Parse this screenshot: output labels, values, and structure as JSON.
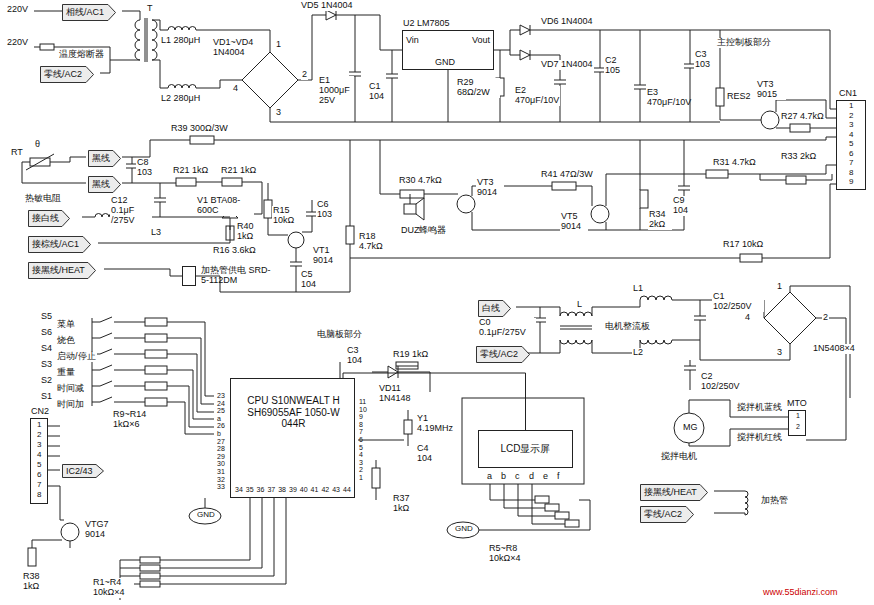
{
  "diagram": {
    "nodes": [
      {
        "text": [
          "相线/AC1"
        ]
      },
      {
        "text": [
          "零线/AC2"
        ]
      },
      {
        "text": [
          "黑线"
        ]
      },
      {
        "text": [
          "黑线"
        ]
      },
      {
        "text": [
          "接白线"
        ]
      },
      {
        "text": [
          "接棕线/AC1"
        ]
      },
      {
        "text": [
          "接黑线/HEAT"
        ]
      },
      {
        "text": [
          "U2 LM7805",
          "Vin",
          "Vout",
          "GND"
        ]
      },
      {
        "text": [
          "CN1"
        ]
      },
      {
        "text": [
          "加热管供电 SRD-5-112DM"
        ]
      },
      {
        "text": [
          "CN2"
        ]
      },
      {
        "text": [
          "IC2/43"
        ]
      },
      {
        "text": [
          "CPU S10NWEALT H SH69055AF 1050-W 044R"
        ]
      },
      {
        "text": [
          "LCD显示屏"
        ]
      },
      {
        "text": [
          "白线"
        ]
      },
      {
        "text": [
          "零线/AC2"
        ]
      },
      {
        "text": [
          "MTO"
        ]
      },
      {
        "text": [
          "接黑线/HEAT"
        ]
      },
      {
        "text": [
          "零线/AC2"
        ]
      }
    ],
    "edges": [
      {
        "from": 12,
        "to": 13,
        "arrow": "none"
      }
    ],
    "labels": [
      "220V",
      "220V",
      "温度熔断器",
      "T",
      "L1 280μH",
      "L2 280μH",
      "VD1~VD4 1N4004",
      "1",
      "2",
      "3",
      "4",
      "VD5 1N4004",
      "E1 1000μF 25V",
      "C1 104",
      "R29 68Ω/2W",
      "VD6 1N4004",
      "VD7 1N4004",
      "C2 105",
      "E2 470μF/10V",
      "E3 470μF/10V",
      "C3 103",
      "主控制板部分",
      "RES2",
      "VT3 9015",
      "R27 4.7kΩ",
      "1",
      "2",
      "3",
      "4",
      "5",
      "6",
      "7",
      "8",
      "9",
      "R39 300Ω/3W",
      "RT",
      "θ",
      "热敏电阻",
      "R21 1kΩ",
      "R21 1kΩ",
      "C8 103",
      "C12 0.1μF /275V",
      "V1 BTA08-600C",
      "R31 4.7kΩ",
      "R33 2kΩ",
      "R30 4.7kΩ",
      "VT3 9014",
      "R41 47Ω/3W",
      "C9 104",
      "R34 2kΩ",
      "VT5 9014",
      "DUZ蜂鸣器",
      "R15 10kΩ",
      "R40 1kΩ",
      "C6 103",
      "R18 4.7kΩ",
      "VT1 9014",
      "R16 3.6kΩ",
      "C5 104",
      "R17 10kΩ",
      "L3",
      "S5",
      "菜单",
      "S6",
      "烧色",
      "S4",
      "启动/停止",
      "S3",
      "重量",
      "S2",
      "时间减",
      "S1",
      "时间加",
      "R9~R14 1kΩ×6",
      "1",
      "2",
      "3",
      "4",
      "5",
      "6",
      "7",
      "8",
      "电脑板部分",
      "C3 104",
      "R19 1kΩ",
      "VD11 1N4148",
      "Y1 4.19MHz",
      "C4 104",
      "23",
      "24",
      "25",
      "a",
      "26",
      "b",
      "27",
      "28",
      "29",
      "30",
      "31",
      "32",
      "33",
      "11",
      "10",
      "9",
      "8",
      "7",
      "6",
      "5",
      "4",
      "3",
      "2",
      "1",
      "34",
      "35",
      "36",
      "37",
      "38",
      "39",
      "40",
      "41",
      "42",
      "43",
      "44",
      "R37 1kΩ",
      "a",
      "b",
      "c",
      "d",
      "e",
      "f",
      "R5~R8 10kΩ×4",
      "VTG7 9014",
      "R38 1kΩ",
      "R1~R4 10kΩ×4",
      "GND",
      "GND",
      "C0 0.1μF/275V",
      "L",
      "L1",
      "L2",
      "电机整流板",
      "C1 102/250V",
      "C2 102/250V",
      "1N5408×4",
      "1",
      "2",
      "3",
      "4",
      "MG",
      "搅拌电机",
      "1",
      "2",
      "搅拌机蓝线",
      "搅拌机红线",
      "加热管",
      "www.55dianzi.com"
    ]
  }
}
